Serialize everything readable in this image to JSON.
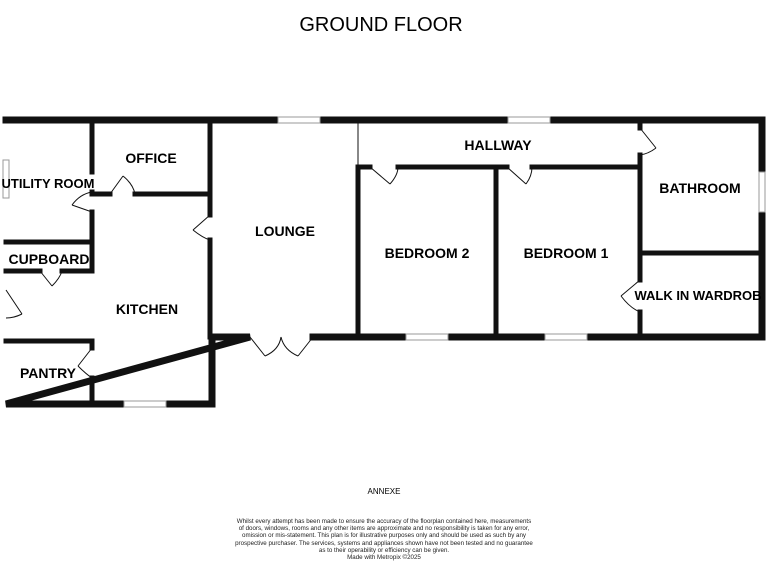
{
  "title": "GROUND FLOOR",
  "rooms": {
    "utility_room": "UTILITY ROOM",
    "office": "OFFICE",
    "cupboard": "CUPBOARD",
    "kitchen": "KITCHEN",
    "pantry": "PANTRY",
    "lounge": "LOUNGE",
    "hallway": "HALLWAY",
    "bedroom_2": "BEDROOM 2",
    "bedroom_1": "BEDROOM 1",
    "bathroom": "BATHROOM",
    "walk_in_wardrobe": "WALK IN WARDROB"
  },
  "caption": "ANNEXE",
  "disclaimer": {
    "line1": "Whilst every attempt has been made to ensure the accuracy of the floorplan contained here, measurements",
    "line2": "of doors, windows, rooms and any other items are approximate and no responsibility is taken for any error,",
    "line3": "omission or mis-statement. This plan is for illustrative purposes only and should be used as such by any",
    "line4": "prospective purchaser. The services, systems and appliances shown have not been tested and no guarantee",
    "line5": "as to their operability or efficiency can be given.",
    "line6": "Made with Metropix ©2025"
  }
}
